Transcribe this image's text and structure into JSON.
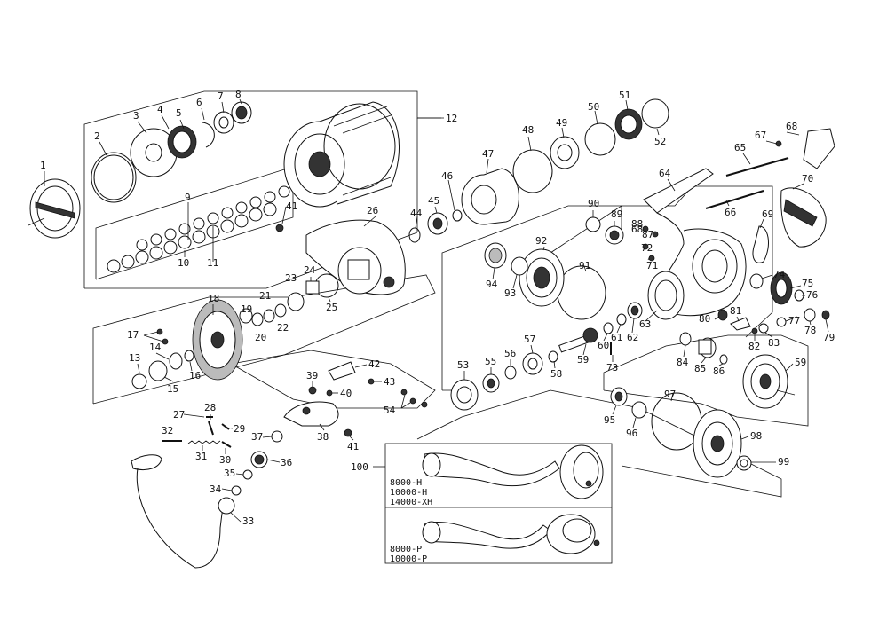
{
  "labels": {
    "p1": "1",
    "p2": "2",
    "p3": "3",
    "p4": "4",
    "p5": "5",
    "p6": "6",
    "p7": "7",
    "p8": "8",
    "p9": "9",
    "p10": "10",
    "p11": "11",
    "p12": "12",
    "p13": "13",
    "p14": "14",
    "p15": "15",
    "p16": "16",
    "p17": "17",
    "p18": "18",
    "p19": "19",
    "p20": "20",
    "p21": "21",
    "p22": "22",
    "p23": "23",
    "p24": "24",
    "p25": "25",
    "p26": "26",
    "p27": "27",
    "p28": "28",
    "p29": "29",
    "p30": "30",
    "p31": "31",
    "p32": "32",
    "p33": "33",
    "p34": "34",
    "p35": "35",
    "p36": "36",
    "p37": "37",
    "p38": "38",
    "p39": "39",
    "p40": "40",
    "p41a": "41",
    "p41b": "41",
    "p42": "42",
    "p43": "43",
    "p44": "44",
    "p45": "45",
    "p46": "46",
    "p47": "47",
    "p48": "48",
    "p49": "49",
    "p50": "50",
    "p51": "51",
    "p52": "52",
    "p53": "53",
    "p54": "54",
    "p55": "55",
    "p56": "56",
    "p57": "57",
    "p58": "58",
    "p59a": "59",
    "p59b": "59",
    "p60": "60",
    "p61": "61",
    "p62": "62",
    "p63": "63",
    "p64": "64",
    "p65": "65",
    "p66": "66",
    "p67": "67",
    "p68a": "68",
    "p68b": "68",
    "p69": "69",
    "p70": "70",
    "p71": "71",
    "p72": "72",
    "p73": "73",
    "p74": "74",
    "p75": "75",
    "p76": "76",
    "p77": "77",
    "p78": "78",
    "p79": "79",
    "p80": "80",
    "p81": "81",
    "p82": "82",
    "p83": "83",
    "p84": "84",
    "p85": "85",
    "p86": "86",
    "p87": "87",
    "p88": "88",
    "p89": "89",
    "p90": "90",
    "p91": "91",
    "p92": "92",
    "p93": "93",
    "p94": "94",
    "p95": "95",
    "p96": "96",
    "p97": "97",
    "p98": "98",
    "p99": "99",
    "p100": "100"
  },
  "handle_box": {
    "upper_models": [
      "8000-H",
      "10000-H",
      "14000-XH"
    ],
    "lower_models": [
      "8000-P",
      "10000-P"
    ]
  }
}
